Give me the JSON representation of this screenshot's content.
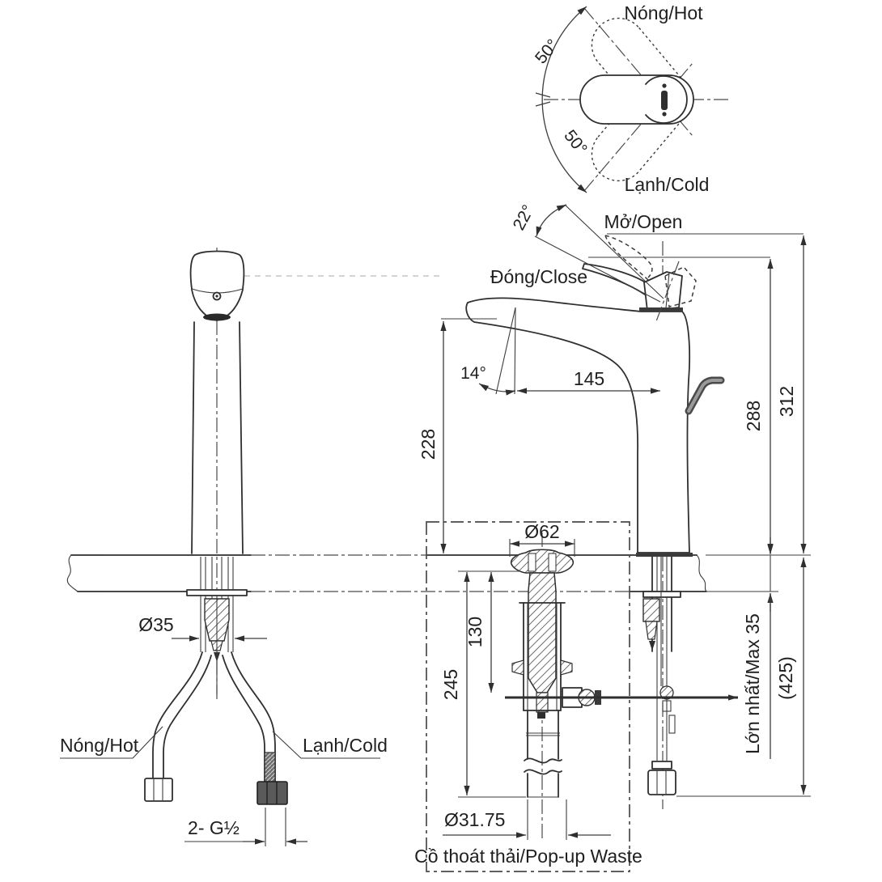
{
  "drawing": {
    "top_view": {
      "hot_label": "Nóng/Hot",
      "cold_label": "Lạnh/Cold",
      "swing_angle_upper": "50°",
      "swing_angle_lower": "50°"
    },
    "side_view": {
      "open_label": "Mở/Open",
      "close_label": "Đóng/Close",
      "handle_open_angle": "22°",
      "spout_tilt_angle": "14°",
      "spout_reach": "145",
      "spout_height": "228",
      "height_to_handle": "288",
      "height_open": "312",
      "counter_thickness_max": "Lớn nhất/Max 35",
      "overall_depth": "(425)"
    },
    "front_view": {
      "body_diameter": "Ø35",
      "hot_label": "Nóng/Hot",
      "cold_label": "Lạnh/Cold",
      "supply_thread": "2- G½"
    },
    "popup_waste": {
      "flange_diameter": "Ø62",
      "rod_height": "130",
      "body_length": "245",
      "tail_diameter": "Ø31.75",
      "caption": "Cồ thoát thải/Pop-up Waste"
    }
  },
  "colors": {
    "ink": "#2f2f2f",
    "paper": "#ffffff"
  }
}
